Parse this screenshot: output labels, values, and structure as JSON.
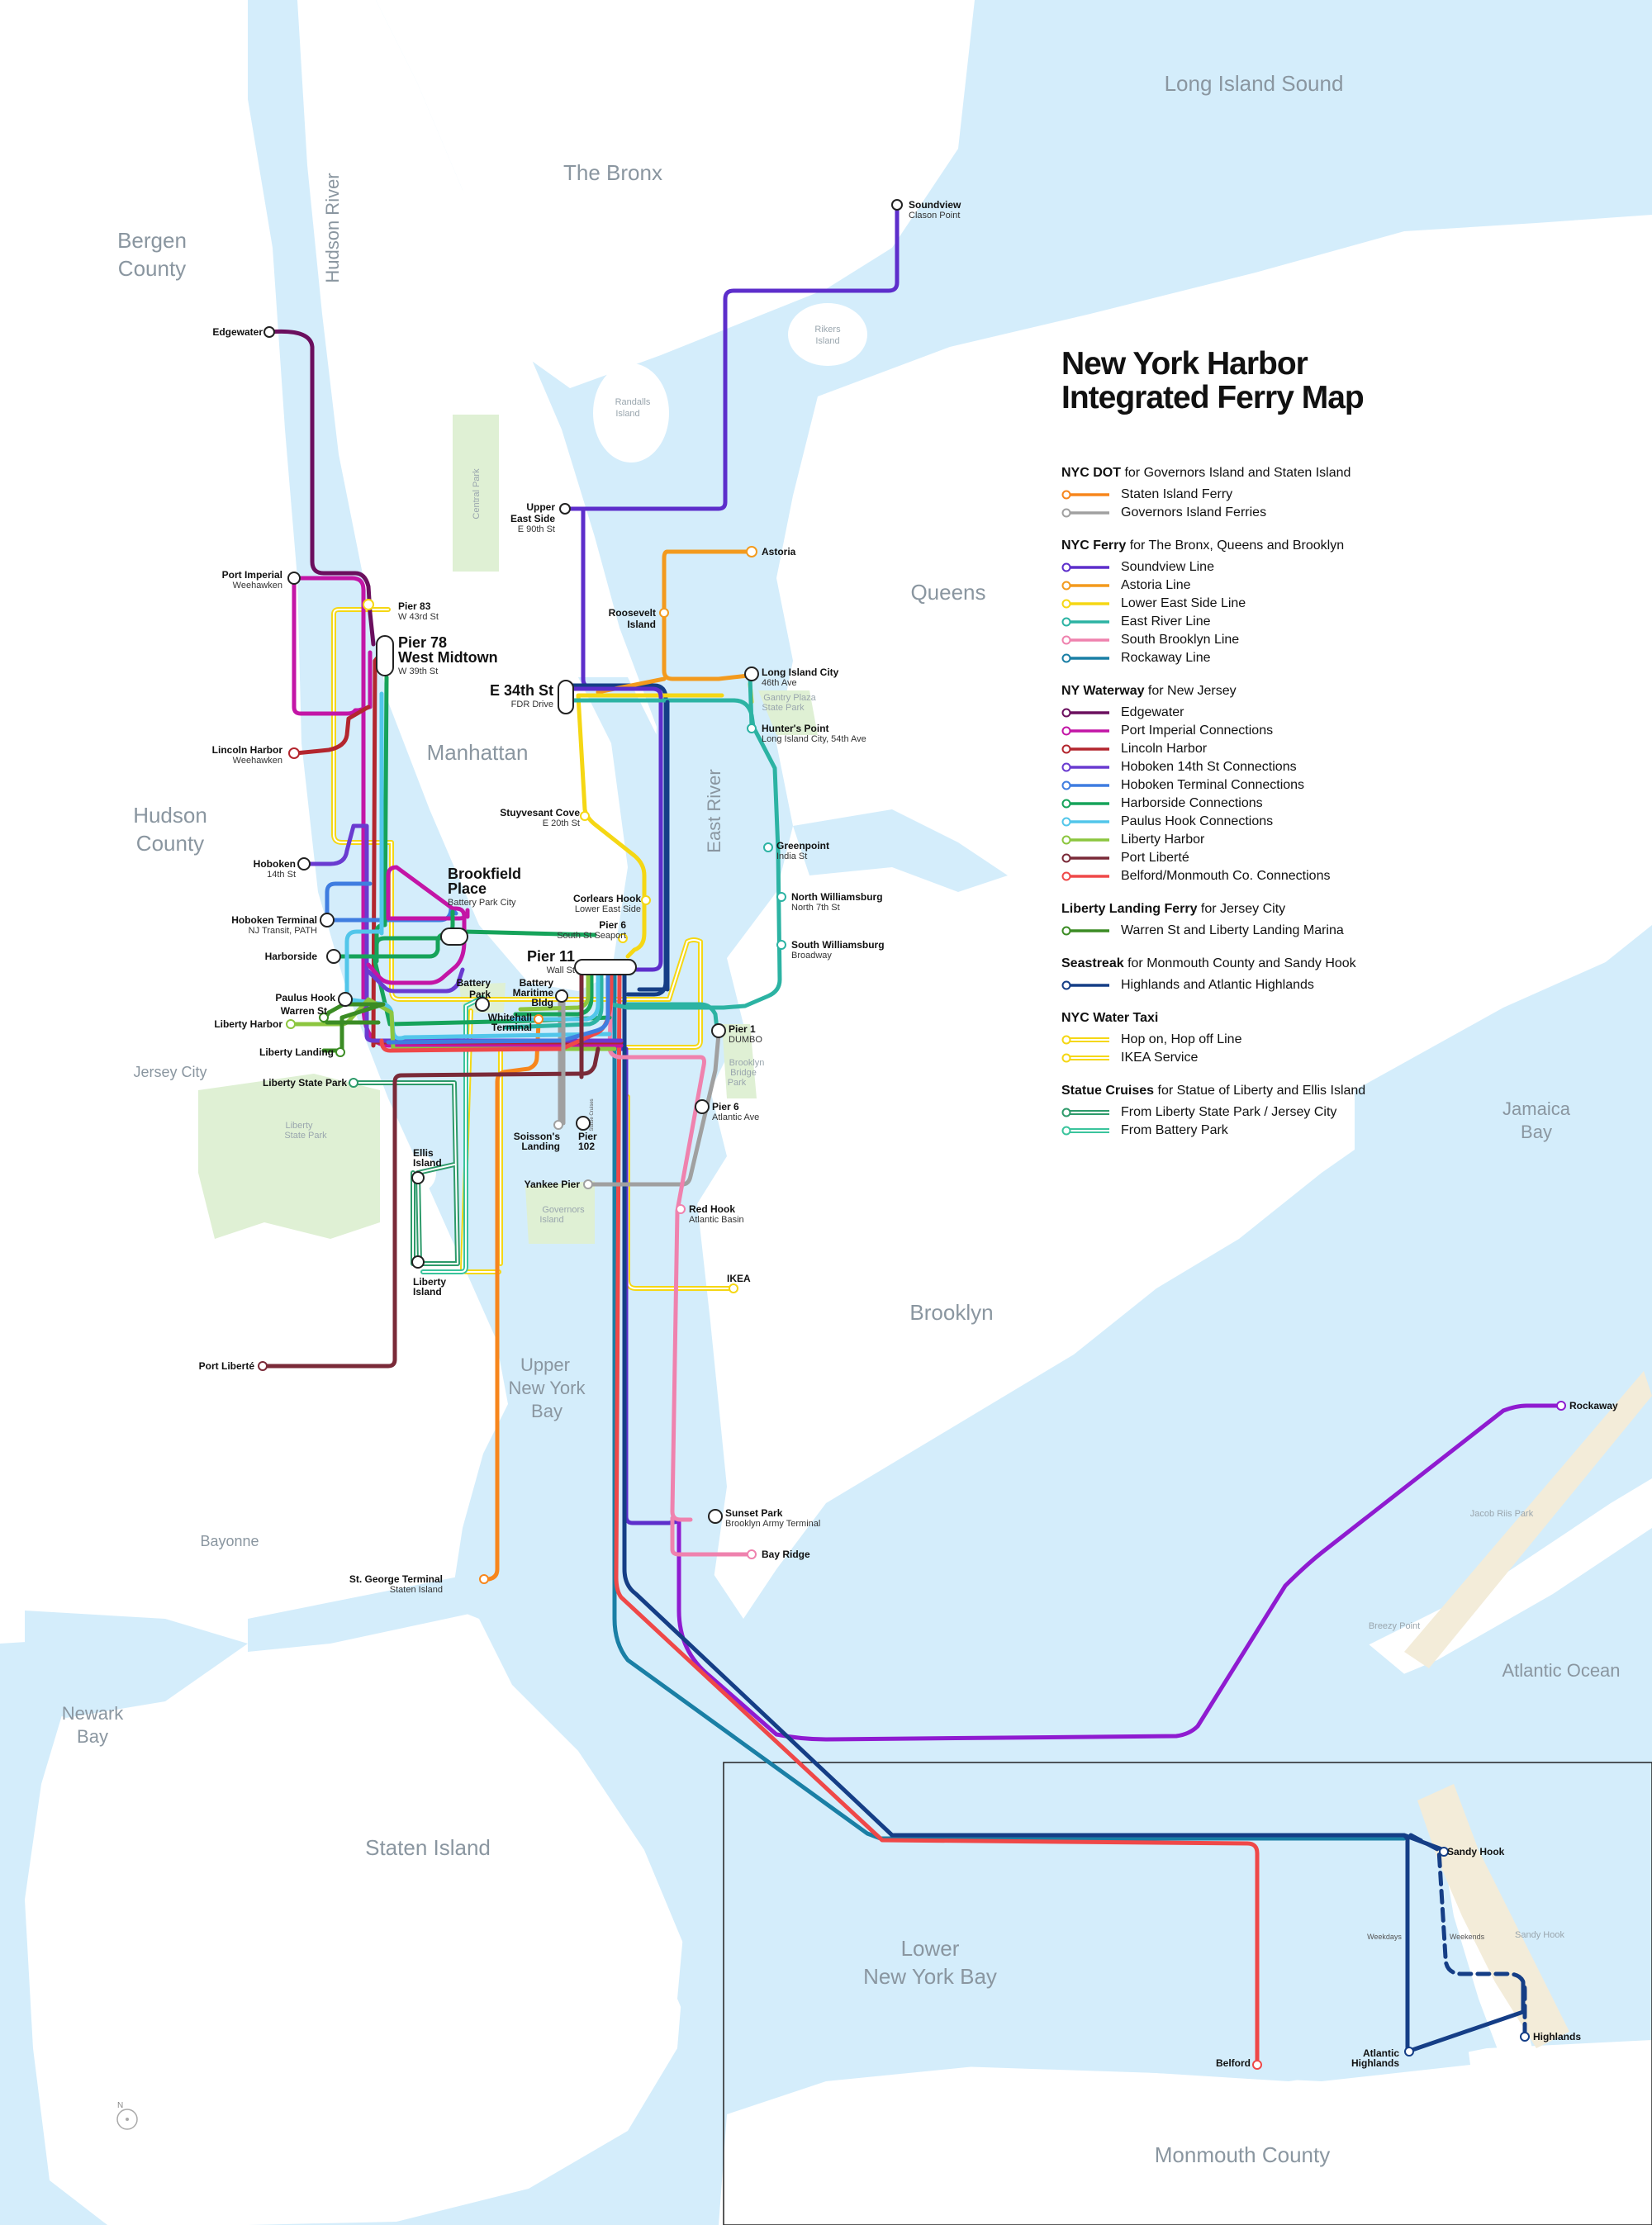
{
  "colors": {
    "water": "#d4edfb",
    "land": "#ffffff",
    "park": "#dff0d4",
    "beach": "#f3ecd9",
    "label_muted": "#8a96a0"
  },
  "title": {
    "line1": "New York Harbor",
    "line2": "Integrated Ferry Map"
  },
  "legend": [
    {
      "operator": "NYC DOT",
      "desc": "for Governors Island and Staten Island",
      "lines": [
        {
          "name": "Staten Island Ferry",
          "color": "#f7861c",
          "style": "solid"
        },
        {
          "name": "Governors Island Ferries",
          "color": "#a0a0a0",
          "style": "solid"
        }
      ]
    },
    {
      "operator": "NYC Ferry",
      "desc": "for The Bronx, Queens and Brooklyn",
      "lines": [
        {
          "name": "Soundview Line",
          "color": "#5d2ecb",
          "style": "solid"
        },
        {
          "name": "Astoria Line",
          "color": "#f39a1d",
          "style": "solid"
        },
        {
          "name": "Lower East Side Line",
          "color": "#f5d714",
          "style": "solid"
        },
        {
          "name": "East River Line",
          "color": "#2cb3a3",
          "style": "solid"
        },
        {
          "name": "South Brooklyn Line",
          "color": "#ef82ae",
          "style": "solid"
        },
        {
          "name": "Rockaway Line",
          "color": "#1a7fa5",
          "style": "solid"
        }
      ]
    },
    {
      "operator": "NY Waterway",
      "desc": "for New Jersey",
      "lines": [
        {
          "name": "Edgewater",
          "color": "#6b0f5e",
          "style": "solid"
        },
        {
          "name": "Port Imperial Connections",
          "color": "#c315a6",
          "style": "solid"
        },
        {
          "name": "Lincoln Harbor",
          "color": "#b3262e",
          "style": "solid"
        },
        {
          "name": "Hoboken 14th St Connections",
          "color": "#6a3bd0",
          "style": "solid"
        },
        {
          "name": "Hoboken Terminal Connections",
          "color": "#3f7de0",
          "style": "solid"
        },
        {
          "name": "Harborside Connections",
          "color": "#16a35a",
          "style": "solid"
        },
        {
          "name": "Paulus Hook Connections",
          "color": "#52c6ea",
          "style": "solid"
        },
        {
          "name": "Liberty Harbor",
          "color": "#8cc63f",
          "style": "solid"
        },
        {
          "name": "Port Liberté",
          "color": "#7a2a38",
          "style": "solid"
        },
        {
          "name": "Belford/Monmouth Co. Connections",
          "color": "#ef4848",
          "style": "solid"
        }
      ]
    },
    {
      "operator": "Liberty Landing Ferry",
      "desc": "for Jersey City",
      "lines": [
        {
          "name": "Warren St and Liberty Landing Marina",
          "color": "#3b8c24",
          "style": "solid"
        }
      ]
    },
    {
      "operator": "Seastreak",
      "desc": "for Monmouth County and Sandy Hook",
      "lines": [
        {
          "name": "Highlands and Atlantic Highlands",
          "color": "#153e86",
          "style": "solid"
        }
      ]
    },
    {
      "operator": "NYC Water Taxi",
      "desc": "",
      "lines": [
        {
          "name": "Hop on, Hop off Line",
          "color": "#f5d714",
          "style": "double"
        },
        {
          "name": "IKEA Service",
          "color": "#f5d714",
          "style": "double"
        }
      ]
    },
    {
      "operator": "Statue Cruises",
      "desc": "for Statue of Liberty and Ellis Island",
      "lines": [
        {
          "name": "From Liberty State Park / Jersey City",
          "color": "#2d9a6a",
          "style": "double"
        },
        {
          "name": "From Battery Park",
          "color": "#3ac49c",
          "style": "double"
        }
      ]
    }
  ],
  "regions": {
    "long_island_sound": "Long Island Sound",
    "the_bronx": "The Bronx",
    "bergen_1": "Bergen",
    "bergen_2": "County",
    "hudson_river": "Hudson River",
    "queens": "Queens",
    "manhattan": "Manhattan",
    "hudson_1": "Hudson",
    "hudson_2": "County",
    "east_river": "East River",
    "jersey_city": "Jersey City",
    "brooklyn": "Brooklyn",
    "upper_bay_1": "Upper",
    "upper_bay_2": "New York",
    "upper_bay_3": "Bay",
    "jamaica_1": "Jamaica",
    "jamaica_2": "Bay",
    "bayonne": "Bayonne",
    "atlantic_ocean": "Atlantic Ocean",
    "newark_1": "Newark",
    "newark_2": "Bay",
    "staten_island": "Staten Island",
    "lower_bay_1": "Lower",
    "lower_bay_2": "New York Bay",
    "monmouth": "Monmouth County"
  },
  "places": {
    "rikers_1": "Rikers",
    "rikers_2": "Island",
    "randalls_1": "Randalls",
    "randalls_2": "Island",
    "central_park": "Central Park",
    "gantry_1": "Gantry Plaza",
    "gantry_2": "State Park",
    "bbp_1": "Brooklyn",
    "bbp_2": "Bridge",
    "bbp_3": "Park",
    "lsp_1": "Liberty",
    "lsp_2": "State Park",
    "gov_1": "Governors",
    "gov_2": "Island",
    "riis": "Jacob Riis Park",
    "breezy": "Breezy Point",
    "sandy_hook": "Sandy Hook",
    "weekdays": "Weekdays",
    "weekends": "Weekends",
    "statue_lane": "Statue Cruises"
  },
  "stations": {
    "soundview": {
      "name": "Soundview",
      "sub": "Clason Point"
    },
    "edgewater": {
      "name": "Edgewater"
    },
    "upper_east_side": {
      "name1": "Upper",
      "name2": "East Side",
      "sub": "E 90th St"
    },
    "astoria": {
      "name": "Astoria"
    },
    "port_imperial": {
      "name": "Port Imperial",
      "sub": "Weehawken"
    },
    "pier83": {
      "name": "Pier 83",
      "sub": "W 43rd St"
    },
    "roosevelt": {
      "name1": "Roosevelt",
      "name2": "Island"
    },
    "pier78": {
      "name1": "Pier 78",
      "name2": "West Midtown",
      "sub": "W 39th St"
    },
    "e34": {
      "name": "E 34th St",
      "sub": "FDR Drive"
    },
    "lic": {
      "name": "Long Island City",
      "sub": "46th Ave"
    },
    "hunters": {
      "name": "Hunter's Point",
      "sub": "Long Island City, 54th Ave"
    },
    "lincoln_harbor": {
      "name": "Lincoln Harbor",
      "sub": "Weehawken"
    },
    "stuyvesant": {
      "name": "Stuyvesant Cove",
      "sub": "E 20th St"
    },
    "greenpoint": {
      "name": "Greenpoint",
      "sub": "India St"
    },
    "hoboken14": {
      "name": "Hoboken",
      "sub": "14th St"
    },
    "brookfield": {
      "name1": "Brookfield",
      "name2": "Place",
      "sub": "Battery Park City"
    },
    "corlears": {
      "name": "Corlears Hook",
      "sub": "Lower East Side"
    },
    "north_wb": {
      "name": "North Williamsburg",
      "sub": "North 7th St"
    },
    "hoboken_terminal": {
      "name": "Hoboken Terminal",
      "sub": "NJ Transit, PATH"
    },
    "pier6_ss": {
      "name": "Pier 6",
      "sub": "South St Seaport"
    },
    "south_wb": {
      "name": "South Williamsburg",
      "sub": "Broadway"
    },
    "harborside": {
      "name": "Harborside"
    },
    "pier11": {
      "name": "Pier 11",
      "sub": "Wall St"
    },
    "battery_park": {
      "name1": "Battery",
      "name2": "Park"
    },
    "battery_maritime": {
      "name1": "Battery",
      "name2": "Maritime",
      "name3": "Bldg"
    },
    "paulus_hook": {
      "name": "Paulus Hook"
    },
    "warren_st": {
      "name": "Warren St"
    },
    "whitehall": {
      "name1": "Whitehall",
      "name2": "Terminal"
    },
    "liberty_harbor": {
      "name": "Liberty Harbor"
    },
    "pier1": {
      "name": "Pier 1",
      "sub": "DUMBO"
    },
    "liberty_landing": {
      "name": "Liberty Landing"
    },
    "liberty_state_park": {
      "name": "Liberty State Park"
    },
    "pier6_aa": {
      "name": "Pier 6",
      "sub": "Atlantic Ave"
    },
    "soissons": {
      "name1": "Soisson's",
      "name2": "Landing"
    },
    "pier102": {
      "name1": "Pier",
      "name2": "102"
    },
    "ellis": {
      "name1": "Ellis",
      "name2": "Island"
    },
    "yankee": {
      "name": "Yankee Pier"
    },
    "red_hook": {
      "name": "Red Hook",
      "sub": "Atlantic Basin"
    },
    "liberty_island": {
      "name1": "Liberty",
      "name2": "Island"
    },
    "ikea": {
      "name": "IKEA"
    },
    "port_liberte": {
      "name": "Port Liberté"
    },
    "rockaway": {
      "name": "Rockaway"
    },
    "sunset_park": {
      "name": "Sunset Park",
      "sub": "Brooklyn Army Terminal"
    },
    "bay_ridge": {
      "name": "Bay Ridge"
    },
    "st_george": {
      "name": "St. George Terminal",
      "sub": "Staten Island"
    },
    "sandy_hook": {
      "name": "Sandy Hook"
    },
    "highlands": {
      "name": "Highlands"
    },
    "atlantic_highlands": {
      "name1": "Atlantic",
      "name2": "Highlands"
    },
    "belford": {
      "name": "Belford"
    }
  },
  "compass": "N"
}
